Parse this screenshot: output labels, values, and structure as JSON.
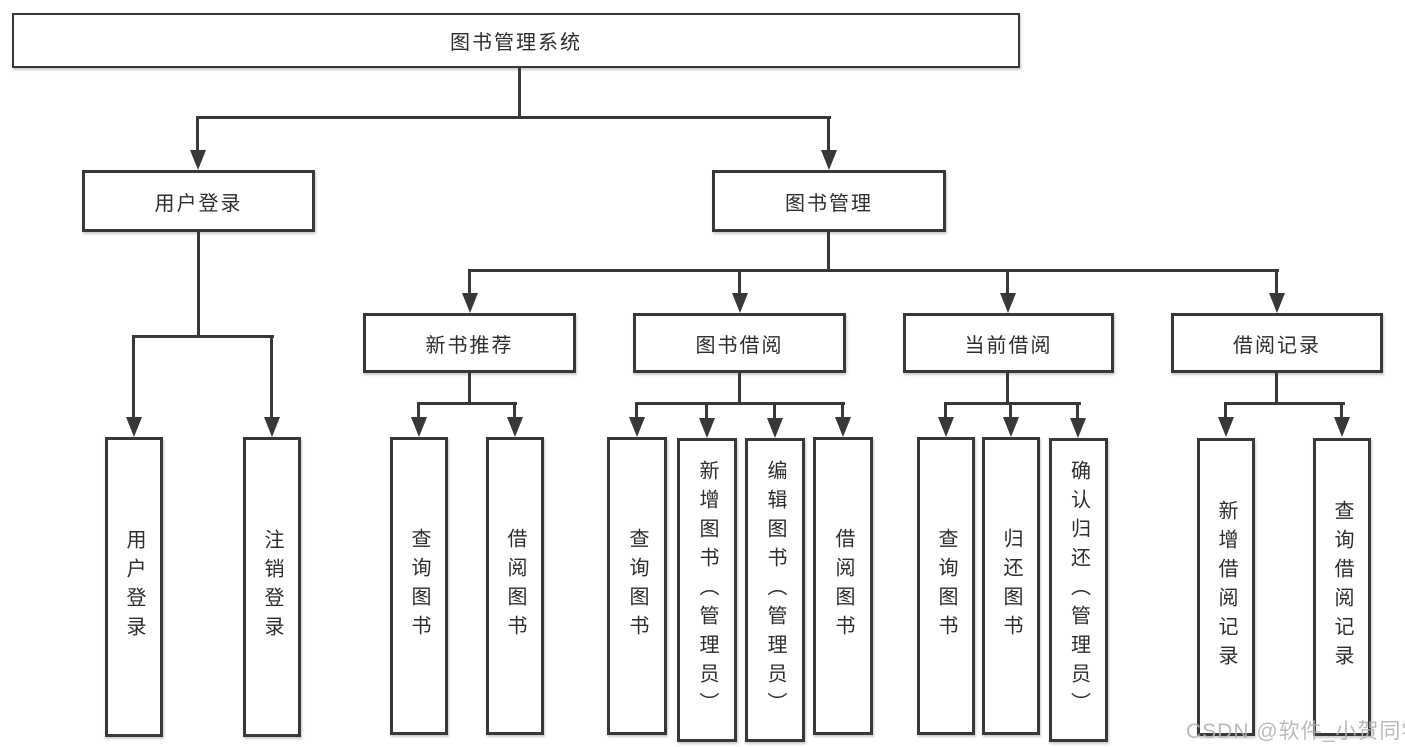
{
  "diagram": {
    "root": {
      "label": "图书管理系统"
    },
    "branches": [
      {
        "label": "用户登录",
        "children": [
          {
            "label": "用户登录"
          },
          {
            "label": "注销登录"
          }
        ]
      },
      {
        "label": "图书管理",
        "children": [
          {
            "label": "新书推荐",
            "children": [
              {
                "label": "查询图书"
              },
              {
                "label": "借阅图书"
              }
            ]
          },
          {
            "label": "图书借阅",
            "children": [
              {
                "label": "查询图书"
              },
              {
                "label": "新增图书（管理员）"
              },
              {
                "label": "编辑图书（管理员）"
              },
              {
                "label": "借阅图书"
              }
            ]
          },
          {
            "label": "当前借阅",
            "children": [
              {
                "label": "查询图书"
              },
              {
                "label": "归还图书"
              },
              {
                "label": "确认归还（管理员）"
              }
            ]
          },
          {
            "label": "借阅记录",
            "children": [
              {
                "label": "新增借阅记录"
              },
              {
                "label": "查询借阅记录"
              }
            ]
          }
        ]
      }
    ]
  },
  "watermark": {
    "text": "CSDN @软件_小贺同学"
  },
  "colors": {
    "line": "#383838",
    "text": "#2d2d2d",
    "background": "#ffffff",
    "watermark": "#b2b2b2"
  }
}
